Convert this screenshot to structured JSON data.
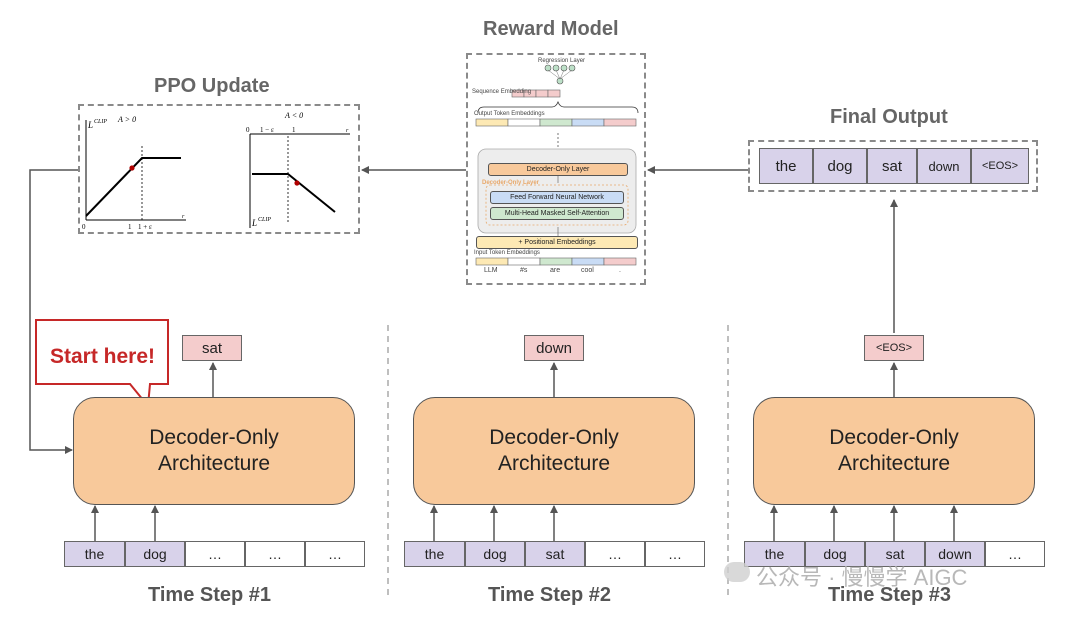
{
  "titles": {
    "reward_model": "Reward Model",
    "ppo_update": "PPO Update",
    "final_output": "Final Output"
  },
  "ppo": {
    "left": {
      "ylabel": "L",
      "ylabel_sup": "CLIP",
      "cond": "A > 0",
      "tick_origin": "0",
      "tick_1": "1",
      "tick_1c": "1 + ε",
      "axis_r": "r"
    },
    "right": {
      "ylabel": "L",
      "ylabel_sup": "CLIP",
      "cond": "A < 0",
      "tick_origin": "0",
      "tick_1c": "1 − ε",
      "tick_1": "1",
      "axis_r": "r"
    }
  },
  "reward_model": {
    "regression_layer": "Regression Layer",
    "sequence_embedding": "Sequence Embedding",
    "output_token_embeddings": "Output Token Embeddings",
    "decoder_only_layer": "Decoder-Only Layer",
    "decoder_only_layer_label": "Decoder-Only Layer",
    "ffnn": "Feed Forward Neural Network",
    "mhmsa": "Multi-Head Masked Self-Attention",
    "positional_embeddings": "+ Positional Embeddings",
    "input_token_embeddings": "Input Token Embeddings",
    "input_words": [
      "LLM",
      "#s",
      "are",
      "cool",
      "."
    ]
  },
  "final_output": [
    "the",
    "dog",
    "sat",
    "down",
    "<EOS>"
  ],
  "callout": "Start here!",
  "steps": [
    {
      "label": "Time Step #1",
      "arch": [
        "Decoder-Only",
        "Architecture"
      ],
      "output": "sat",
      "inputs": [
        "the",
        "dog",
        "…",
        "…",
        "…"
      ]
    },
    {
      "label": "Time Step #2",
      "arch": [
        "Decoder-Only",
        "Architecture"
      ],
      "output": "down",
      "inputs": [
        "the",
        "dog",
        "sat",
        "…",
        "…"
      ]
    },
    {
      "label": "Time Step #3",
      "arch": [
        "Decoder-Only",
        "Architecture"
      ],
      "output": "<EOS>",
      "inputs": [
        "the",
        "dog",
        "sat",
        "down",
        "…"
      ]
    }
  ],
  "watermark": "公众号 · 慢慢学 AIGC"
}
